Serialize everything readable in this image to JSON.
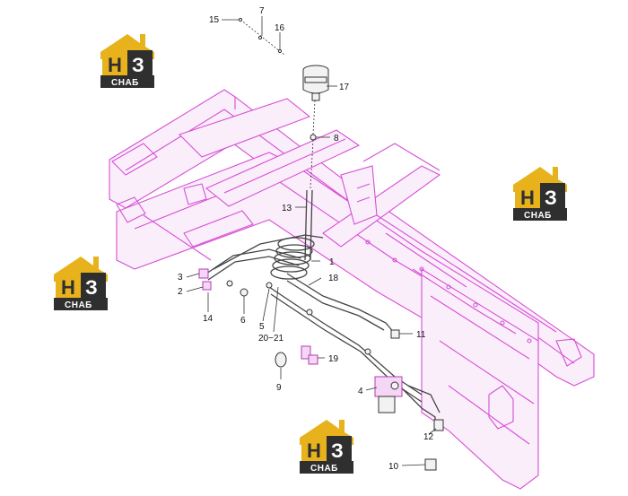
{
  "logo": {
    "letter_h": "Н",
    "letter_3": "З",
    "caption": "СНАБ"
  },
  "callouts": {
    "c1": "1",
    "c2": "2",
    "c3": "3",
    "c4": "4",
    "c5": "5",
    "c6": "6",
    "c7": "7",
    "c8": "8",
    "c9": "9",
    "c10": "10",
    "c11": "11",
    "c12": "12",
    "c13": "13",
    "c14": "14",
    "c15": "15",
    "c16": "16",
    "c17": "17",
    "c18": "18",
    "c19": "19",
    "c20_21": "20−21"
  },
  "colors": {
    "frame": "#d64fd6",
    "logo_gold": "#e7b21c",
    "logo_dark": "#2f2f2f"
  }
}
